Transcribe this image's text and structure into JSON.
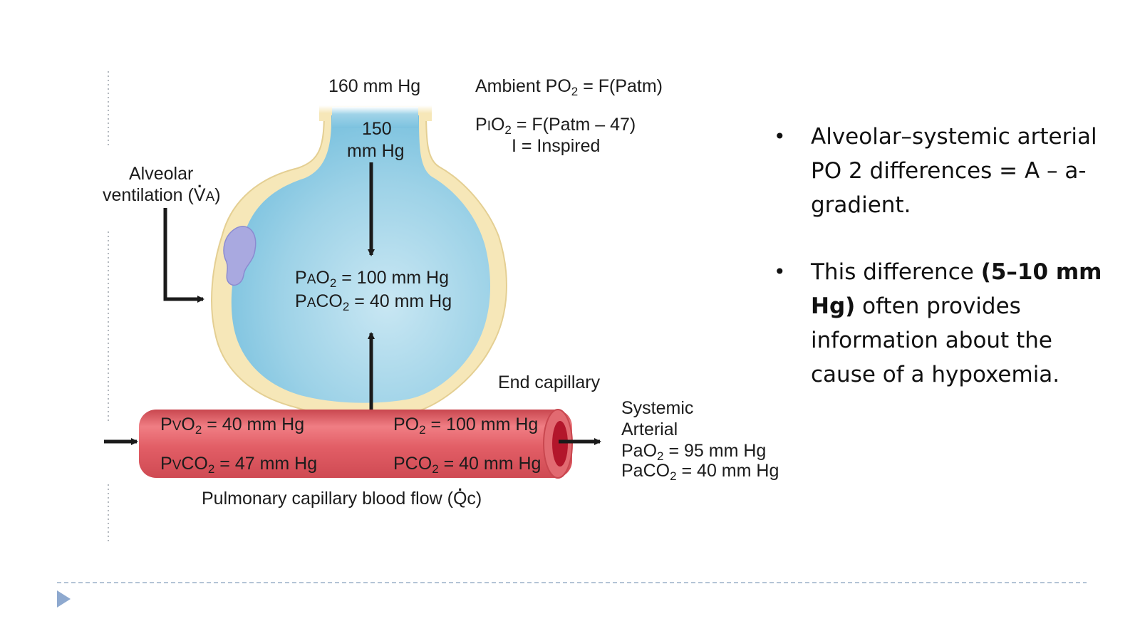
{
  "diagram": {
    "top_pressure": "160 mm Hg",
    "ambient": {
      "prefix": "Ambient PO",
      "sub": "2",
      "suffix": " = F(Patm)"
    },
    "pio2": {
      "prefix": "P",
      "small": "I",
      "mid": "O",
      "sub": "2",
      "suffix": " = F(Patm – 47)"
    },
    "inspired_note": "I = Inspired",
    "airway_pressure_line1": "150",
    "airway_pressure_line2": "mm Hg",
    "ventilation_line1": "Alveolar",
    "ventilation_line2_prefix": "ventilation (",
    "ventilation_symbol": "V",
    "ventilation_sub": "A",
    "ventilation_close": ")",
    "pao2": {
      "prefix": "P",
      "small": "A",
      "mid": "O",
      "sub": "2",
      "suffix": " = 100 mm Hg"
    },
    "paco2": {
      "prefix": "P",
      "small": "A",
      "mid": "CO",
      "sub": "2",
      "suffix": " = 40 mm Hg"
    },
    "end_capillary": "End capillary",
    "pvo2": {
      "prefix": "P",
      "small": "V",
      "mid": "O",
      "sub": "2",
      "suffix": " = 40 mm Hg"
    },
    "pvco2": {
      "prefix": "P",
      "small": "V",
      "mid": "CO",
      "sub": "2",
      "suffix": " = 47 mm Hg"
    },
    "po2": {
      "prefix": "PO",
      "sub": "2",
      "suffix": " = 100 mm Hg"
    },
    "pco2": {
      "prefix": "PCO",
      "sub": "2",
      "suffix": " = 40 mm Hg"
    },
    "systemic_line1": "Systemic",
    "systemic_line2": "Arterial",
    "pao2_art": {
      "prefix": "Pa",
      "mid": "O",
      "sub": "2",
      "suffix": " = 95 mm Hg"
    },
    "paco2_art": {
      "prefix": "Pa",
      "mid": "CO",
      "sub": "2",
      "suffix": " = 40 mm Hg"
    },
    "flow_prefix": "Pulmonary capillary blood flow (",
    "flow_symbol": "Q",
    "flow_sub": "c",
    "flow_close": ")"
  },
  "bullets": {
    "b1": "Alveolar–systemic arterial PO 2 differences = A – a-gradient.",
    "b2_pre": "This difference ",
    "b2_bold": "(5–10 mm Hg)",
    "b2_post": " often provides information about the cause of a hypoxemia."
  },
  "colors": {
    "alveolus_fill": "#8ecbe3",
    "alveolus_wall": "#f6e7b8",
    "capillary": "#df5a63",
    "divider": "#9bb0c8",
    "play_icon": "#8ea9cf"
  },
  "icons": {
    "nav": "play-triangle-icon",
    "cell": "alveolar-cell-icon"
  }
}
